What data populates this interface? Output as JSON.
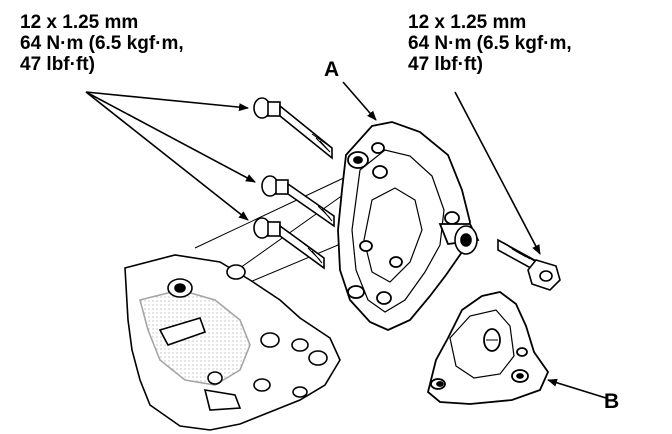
{
  "specs": {
    "left": {
      "line1": "12 x 1.25 mm",
      "line2": "64 N·m (6.5 kgf·m,",
      "line3": "47 lbf·ft)"
    },
    "right": {
      "line1": "12 x 1.25 mm",
      "line2": "64 N·m (6.5 kgf·m,",
      "line3": "47 lbf·ft)"
    }
  },
  "callouts": {
    "a": "A",
    "b": "B"
  }
}
